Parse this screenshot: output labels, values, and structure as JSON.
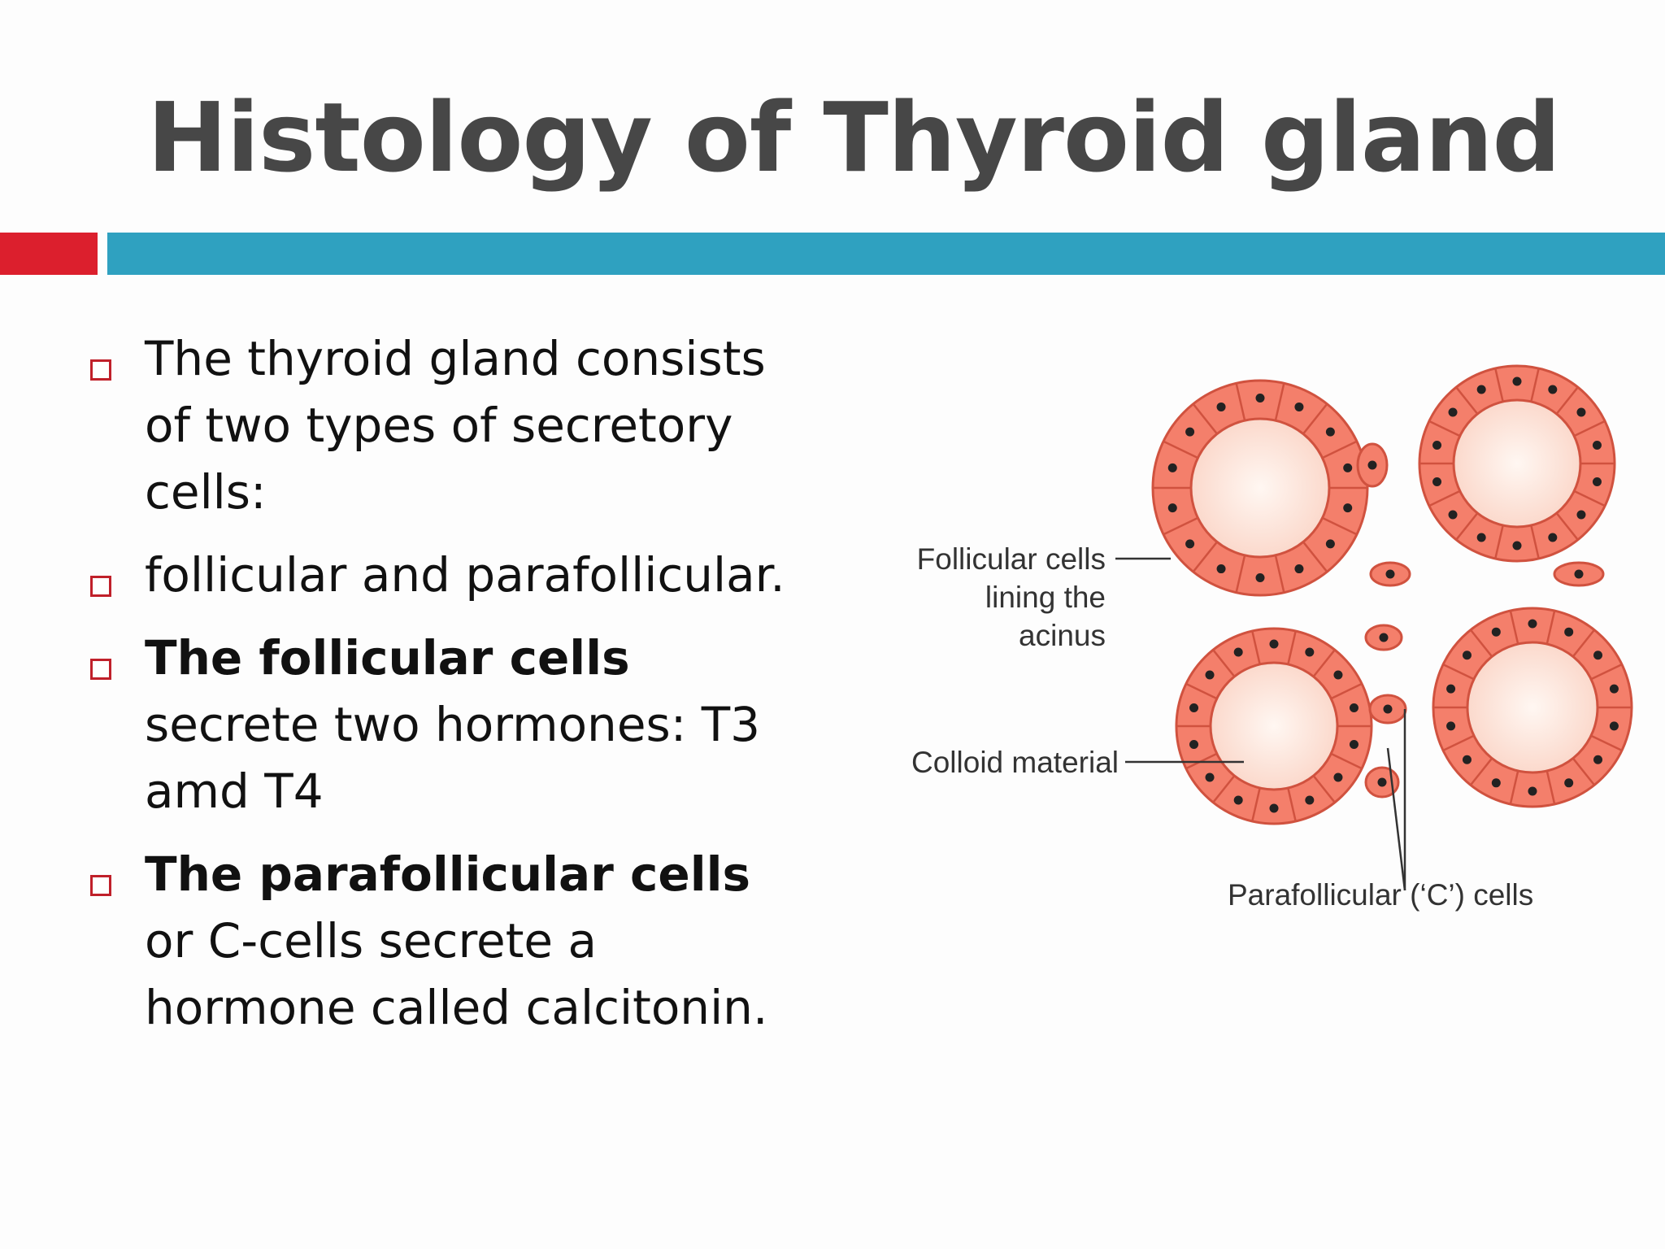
{
  "slide": {
    "title": "Histology of Thyroid gland",
    "accent_colors": {
      "red": "#dc1f2d",
      "blue": "#2fa1c0"
    }
  },
  "bullets": [
    {
      "text": "The thyroid gland consists of two types of secretory cells:"
    },
    {
      "text": "follicular and parafollicular."
    },
    {
      "bold": "The follicular cells",
      "text": " secrete two hormones: T3 amd T4"
    },
    {
      "bold": "The parafollicular cells",
      "text": " or C-cells secrete a hormone called calcitonin."
    }
  ],
  "diagram": {
    "labels": {
      "follicular_line1": "Follicular cells",
      "follicular_line2": "lining the",
      "follicular_line3": "acinus",
      "colloid": "Colloid material",
      "parafollicular": "Parafollicular (‘C’) cells"
    },
    "colors": {
      "cell_fill": "#f47f6b",
      "cell_stroke": "#d0523f",
      "colloid": "#fde6dc"
    }
  }
}
